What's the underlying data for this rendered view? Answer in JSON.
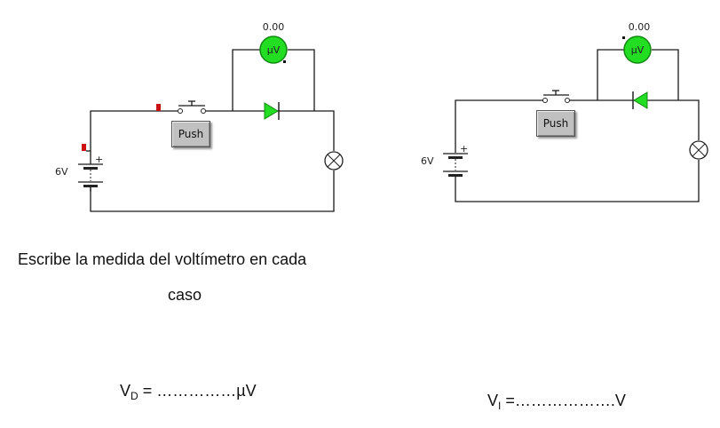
{
  "circuits": [
    {
      "name": "forward-bias",
      "voltmeter_reading": "0.00",
      "voltmeter_unit": "µV",
      "battery_label": "6V",
      "battery_polarity": "+",
      "button_label": "Push",
      "diode_direction": "forward"
    },
    {
      "name": "reverse-bias",
      "voltmeter_reading": "0.00",
      "voltmeter_unit": "µV",
      "battery_label": "6V",
      "battery_polarity": "+",
      "button_label": "Push",
      "diode_direction": "reverse"
    }
  ],
  "instructions": {
    "line1": "Escribe la medida del voltímetro en cada",
    "line2": "caso"
  },
  "answers": {
    "forward": {
      "symbol": "V",
      "subscript": "D",
      "blank": " = ……………µV"
    },
    "reverse": {
      "symbol": "V",
      "subscript": "I",
      "blank": " =……………….V"
    }
  },
  "colors": {
    "component_green": "#22dd22",
    "marker_red": "#cc1111",
    "button_gray": "#c0c0c0"
  }
}
